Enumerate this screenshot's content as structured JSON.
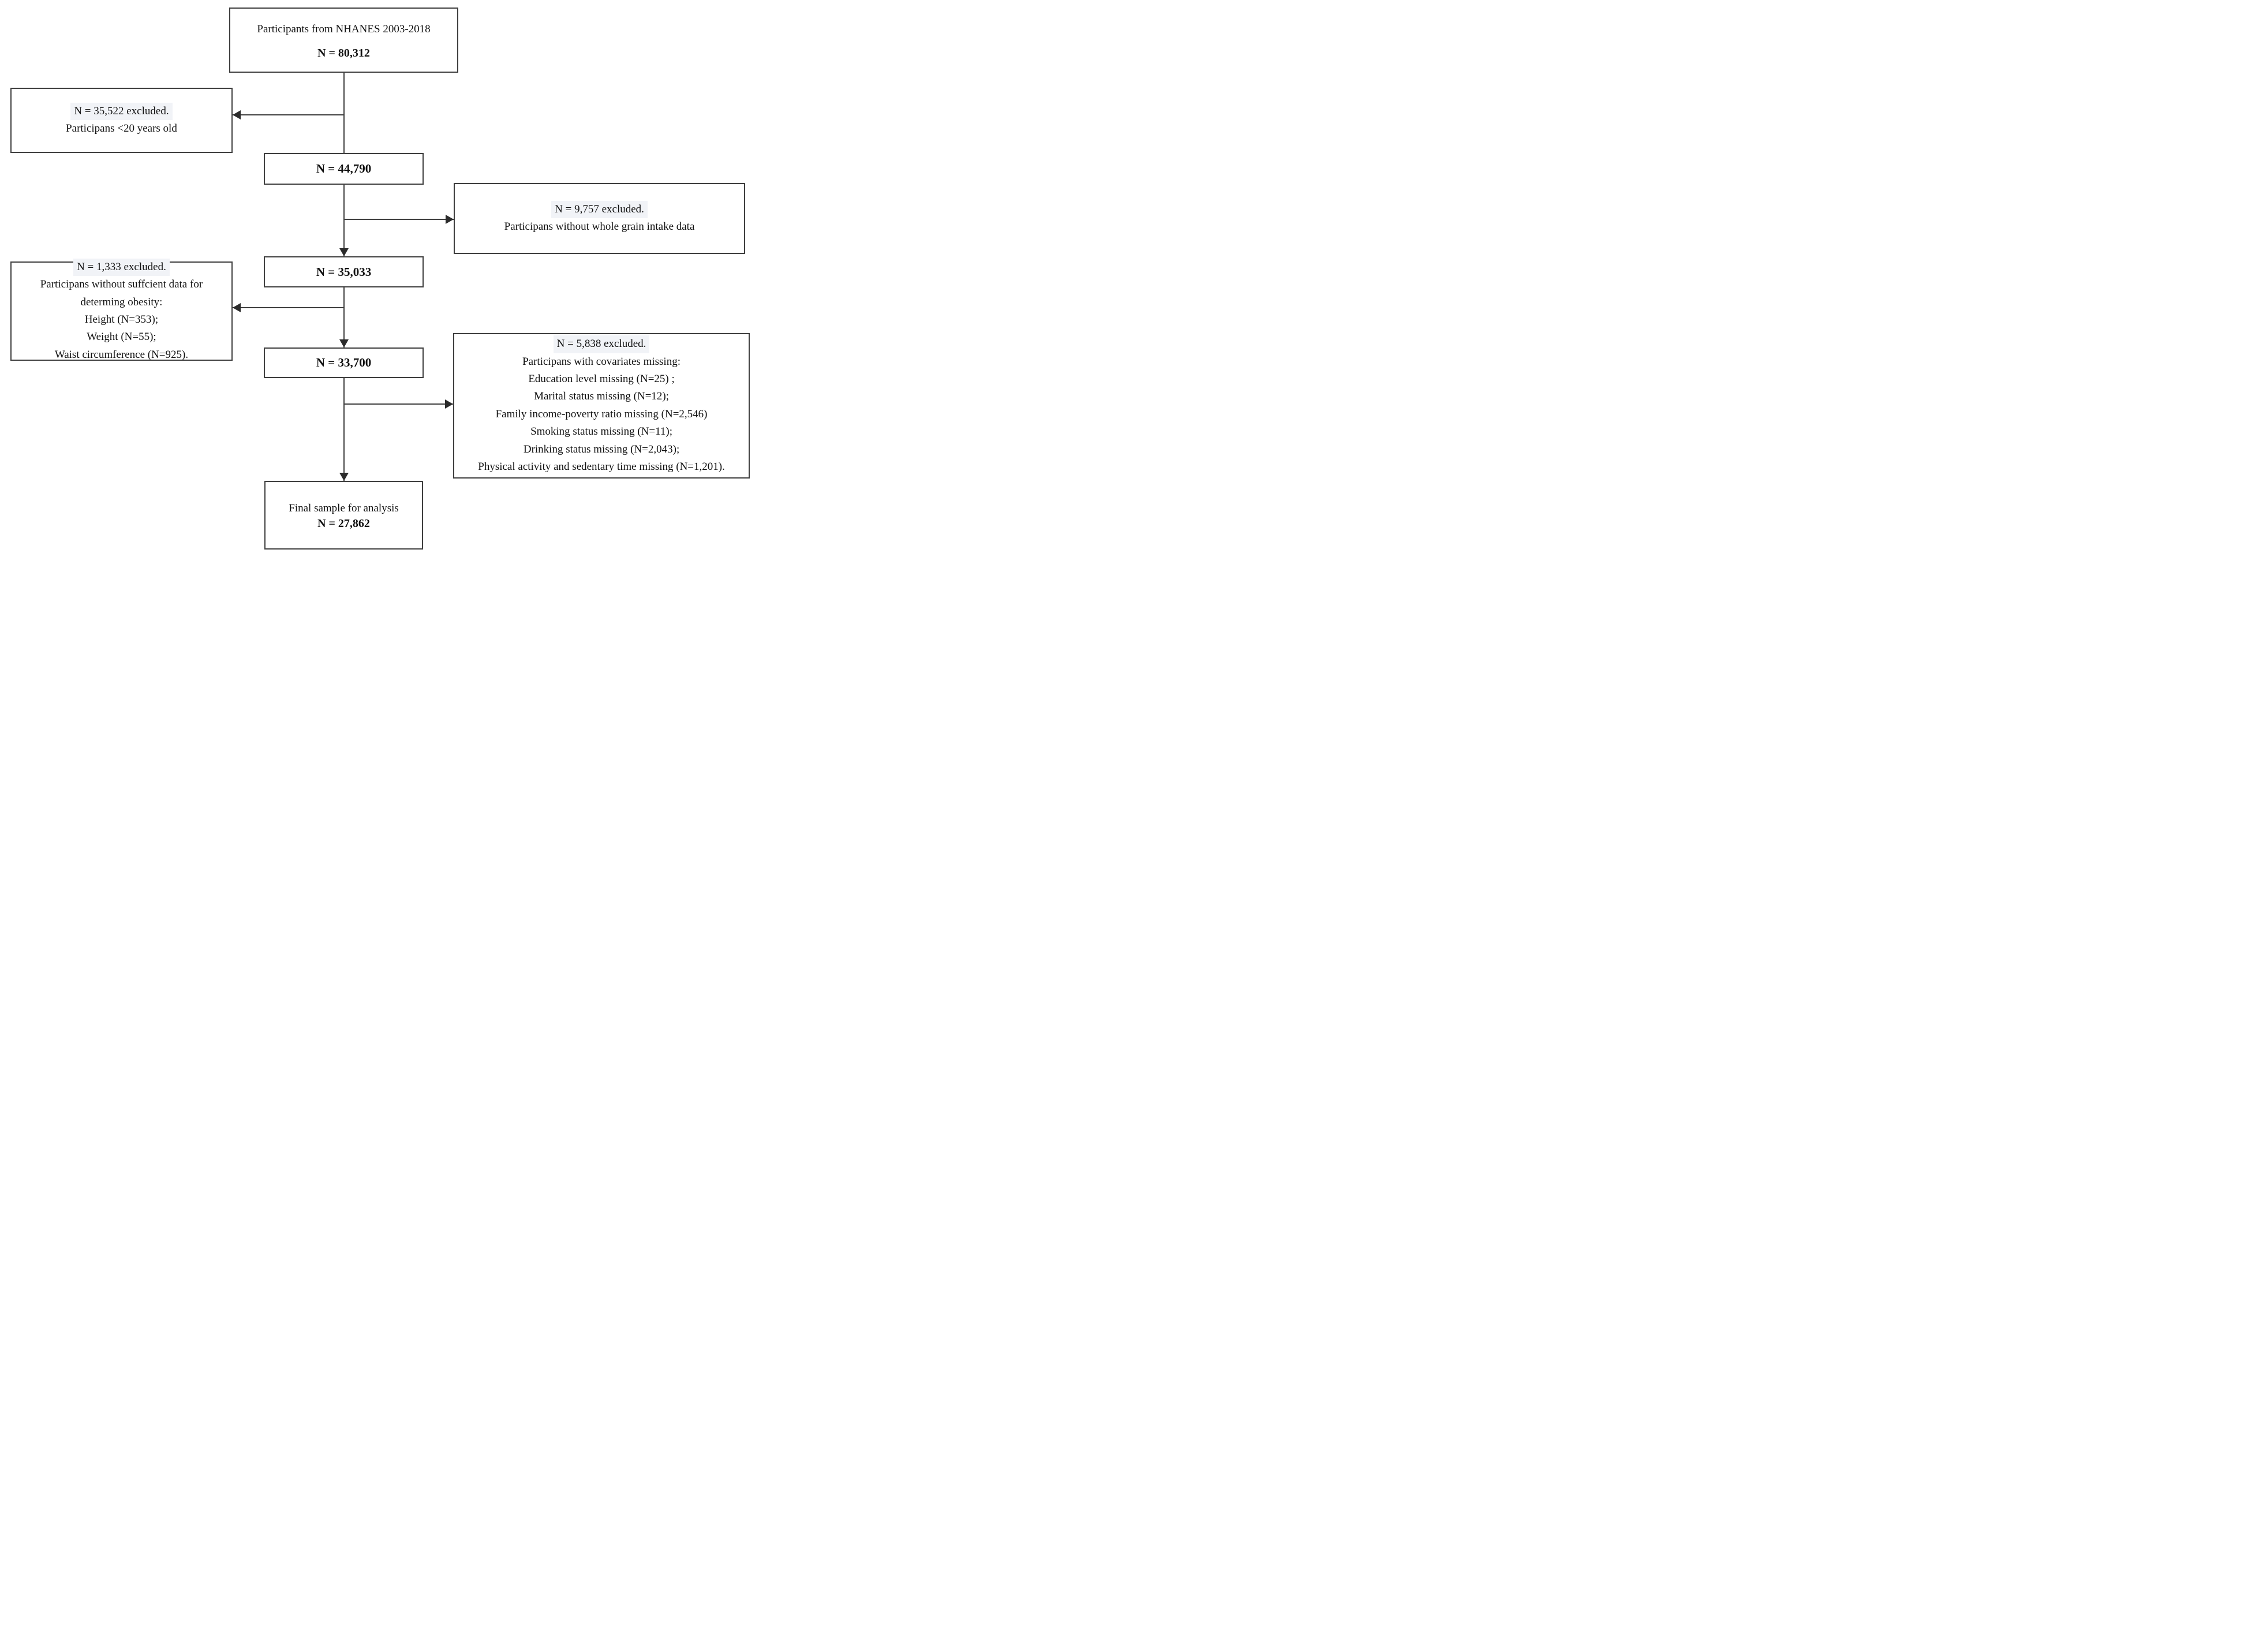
{
  "diagram": {
    "type": "flowchart",
    "colors": {
      "line": "#3f3f3f",
      "text": "#111111",
      "background": "#ffffff",
      "highlight": "#f1f3f7"
    },
    "top_box": {
      "line1": "Participants from  NHANES 2003-2018",
      "n": "N = 80,312"
    },
    "excluded_age": {
      "lines": [
        "N = 35,522 excluded.",
        "Participans <20 years old"
      ]
    },
    "n_44790": {
      "n": "N = 44,790"
    },
    "excluded_whole_grain": {
      "lines": [
        "N = 9,757 excluded.",
        "Participans without whole grain intake data"
      ]
    },
    "n_35033": {
      "n": "N = 35,033"
    },
    "excluded_obesity": {
      "lines": [
        "N = 1,333 excluded.",
        "Participans without suffcient data for",
        "determing obesity:",
        "Height (N=353);",
        "Weight (N=55);",
        "Waist circumference (N=925)."
      ]
    },
    "n_33700": {
      "n": "N = 33,700"
    },
    "excluded_covariates": {
      "lines": [
        "N = 5,838 excluded.",
        "Participans with covariates missing:",
        "Education level missing (N=25) ;",
        "Marital status missing (N=12);",
        "Family income-poverty ratio missing (N=2,546)",
        "Smoking status missing (N=11);",
        "Drinking status missing (N=2,043);",
        "Physical activity and sedentary time missing (N=1,201)."
      ]
    },
    "final_box": {
      "line1": "Final sample for analysis",
      "n": "N = 27,862"
    }
  }
}
